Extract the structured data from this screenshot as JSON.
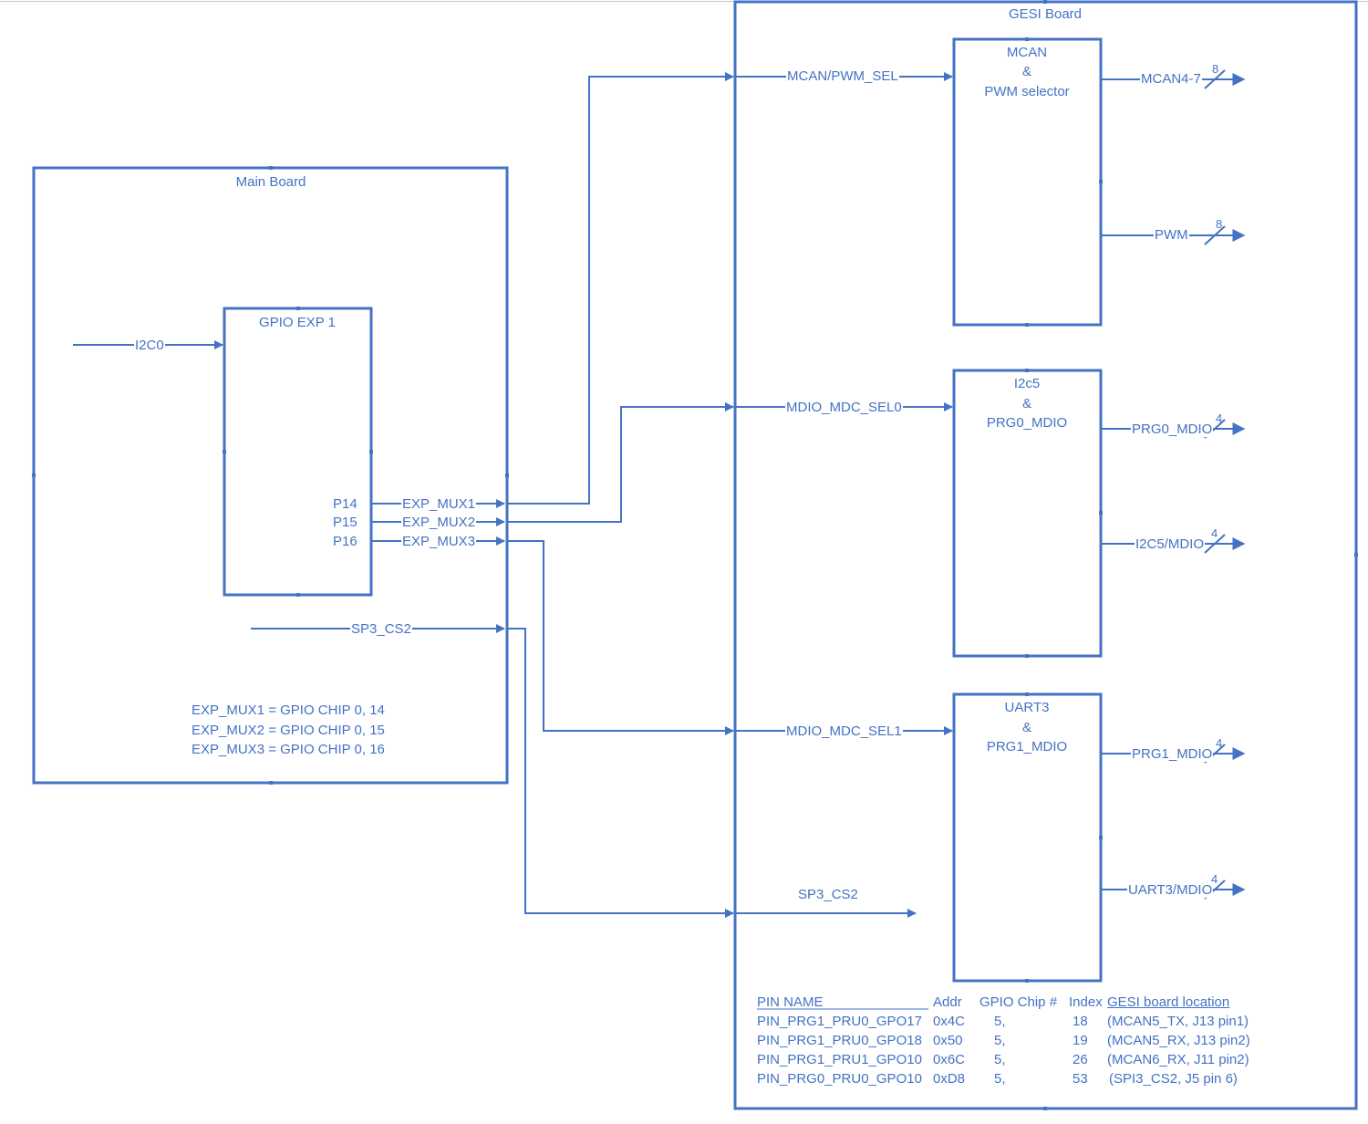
{
  "colors": {
    "line": "#4472c4",
    "background": "#ffffff"
  },
  "main_board": {
    "title": "Main Board",
    "gpio_exp": {
      "title": "GPIO EXP 1",
      "input_label": "I2C0",
      "pins": [
        "P14",
        "P15",
        "P16"
      ]
    },
    "signals": [
      "EXP_MUX1",
      "EXP_MUX2",
      "EXP_MUX3"
    ],
    "sp3_label": "SP3_CS2",
    "notes": [
      "EXP_MUX1 = GPIO CHIP 0, 14",
      "EXP_MUX2 = GPIO CHIP 0, 15",
      "EXP_MUX3 = GPIO CHIP 0, 16"
    ]
  },
  "gesi_board": {
    "title": "GESI Board",
    "input_labels": [
      "MCAN/PWM_SEL",
      "MDIO_MDC_SEL0",
      "MDIO_MDC_SEL1",
      "SP3_CS2"
    ],
    "block1": {
      "line1": "MCAN",
      "line2": "&",
      "line3": "PWM selector",
      "out1": "MCAN4-7",
      "out1_width": "8",
      "out2": "PWM",
      "out2_width": "8"
    },
    "block2": {
      "line1": "I2c5",
      "line2": "&",
      "line3": "PRG0_MDIO",
      "out1": "PRG0_MDIO",
      "out1_width": "4",
      "out2": "I2C5/MDIO",
      "out2_width": "4"
    },
    "block3": {
      "line1": "UART3",
      "line2": "&",
      "line3": "PRG1_MDIO",
      "out1": "PRG1_MDIO",
      "out1_width": "4",
      "out2": "UART3/MDIO",
      "out2_width": "4"
    }
  },
  "pin_table": {
    "headers": [
      "PIN NAME",
      "Addr",
      "GPIO Chip #",
      "Index",
      "GESI board location"
    ],
    "rows": [
      [
        "PIN_PRG1_PRU0_GPO17",
        "0x4C",
        "5,",
        "18",
        "(MCAN5_TX, J13 pin1)"
      ],
      [
        "PIN_PRG1_PRU0_GPO18",
        "0x50",
        "5,",
        "19",
        "(MCAN5_RX, J13 pin2)"
      ],
      [
        "PIN_PRG1_PRU1_GPO10",
        "0x6C",
        "5,",
        "26",
        "(MCAN6_RX, J11 pin2)"
      ],
      [
        "PIN_PRG0_PRU0_GPO10",
        "0xD8",
        "5,",
        "53",
        "(SPI3_CS2, J5 pin 6)"
      ]
    ]
  }
}
